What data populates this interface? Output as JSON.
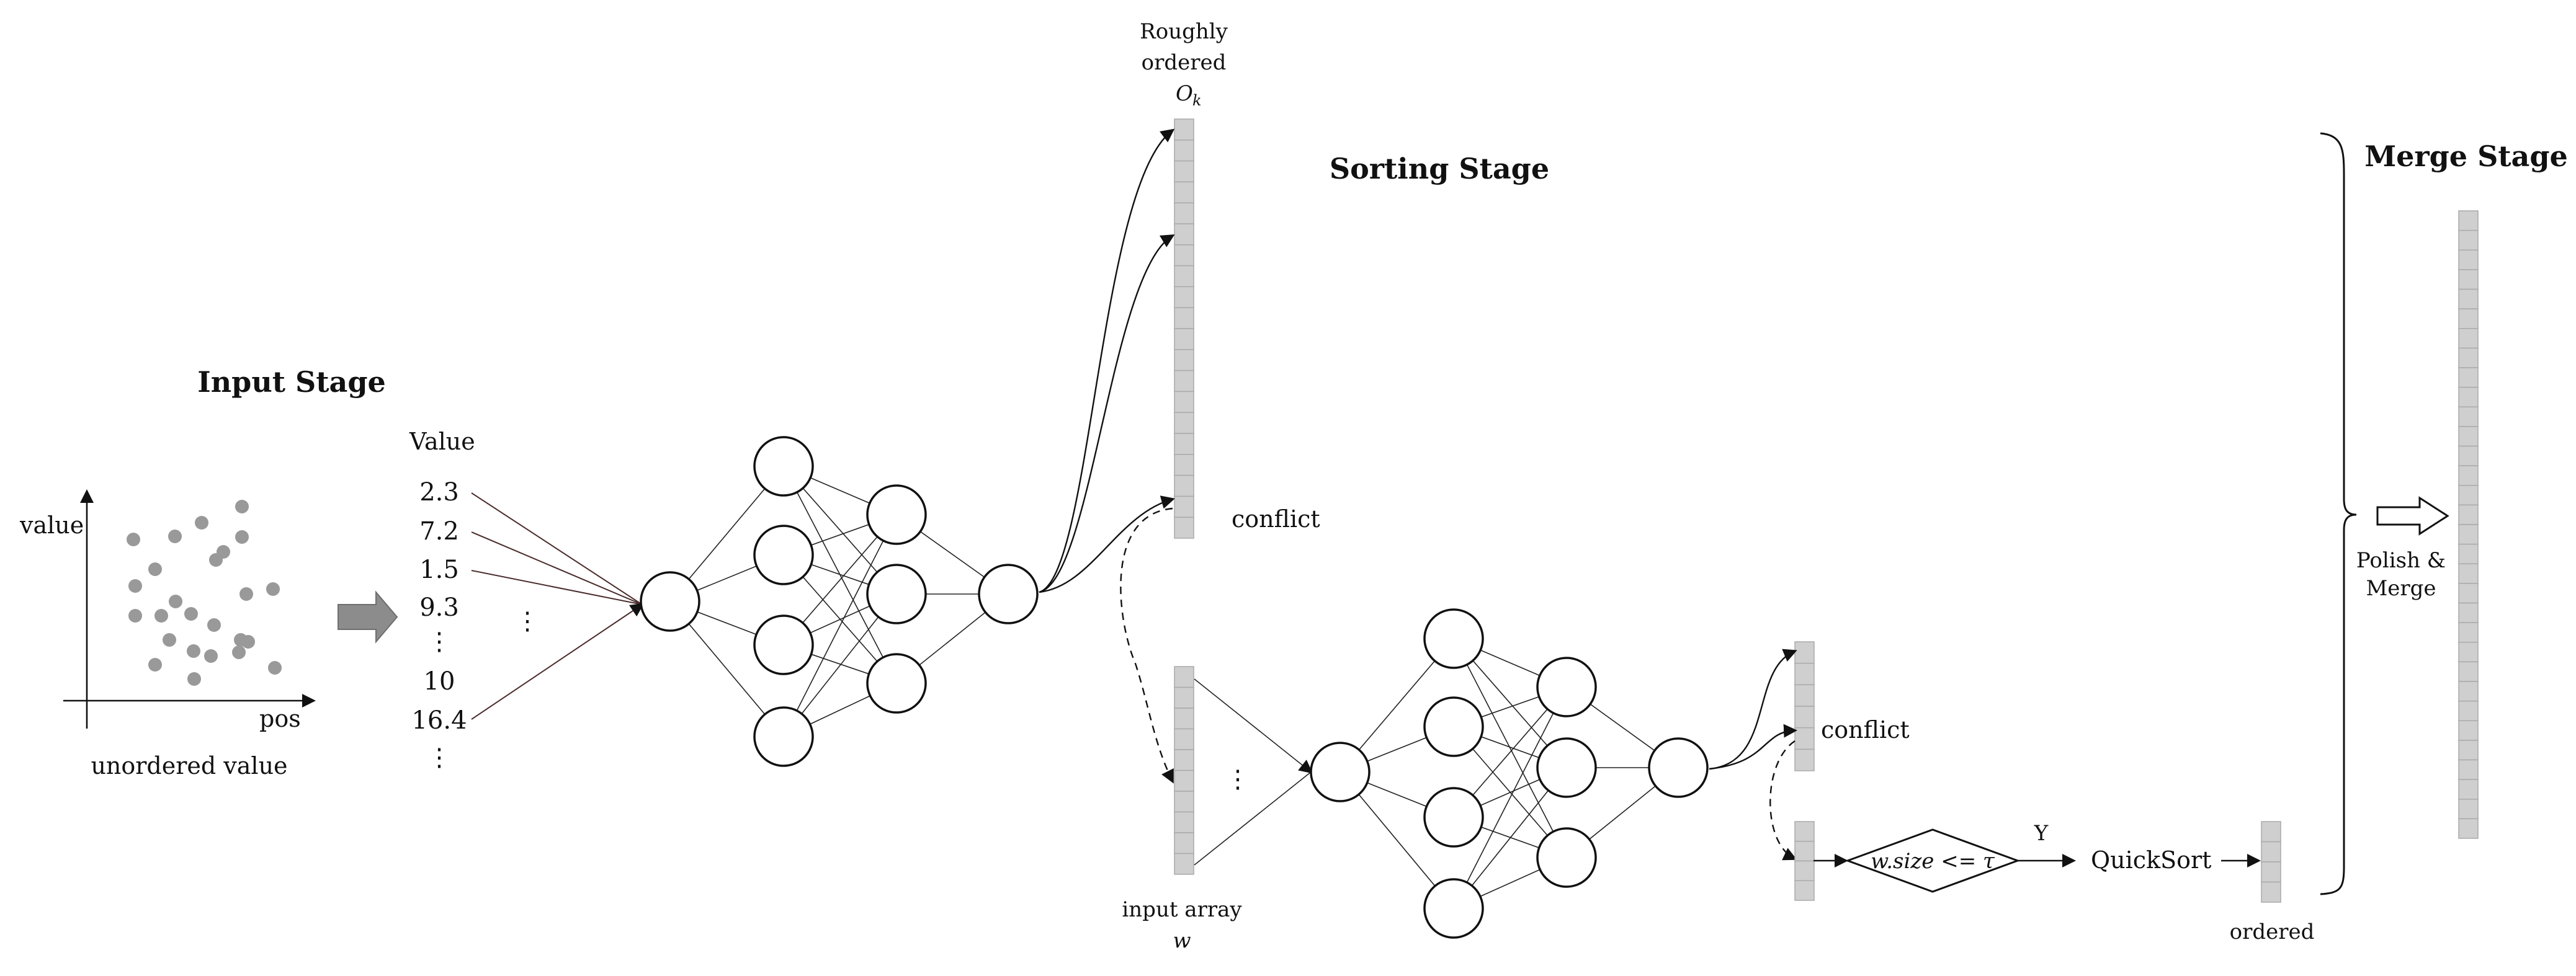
{
  "stages": {
    "input": "Input Stage",
    "sorting": "Sorting Stage",
    "merge": "Merge Stage"
  },
  "scatter": {
    "y_label": "value",
    "x_label": "pos",
    "caption": "unordered value"
  },
  "value_list": {
    "header": "Value",
    "items": [
      "2.3",
      "7.2",
      "1.5",
      "9.3",
      "⋮",
      "10",
      "16.4",
      "⋮"
    ],
    "ellipsis": "⋮"
  },
  "top_array": {
    "label_line1": "Roughly",
    "label_line2": "ordered",
    "label_symbol": "O",
    "label_subscript": "k",
    "conflict_label": "conflict"
  },
  "bottom_array": {
    "label_line1": "input array",
    "label_symbol": "w",
    "ellipsis": "⋮"
  },
  "output_array": {
    "conflict_label": "conflict"
  },
  "decision": {
    "condition": "w.size <= τ",
    "yes_label": "Y",
    "action": "QuickSort",
    "result_label": "ordered"
  },
  "merge": {
    "label_line1": "Polish &",
    "label_line2": "Merge"
  },
  "colors": {
    "cell_fill": "#cfcfcf",
    "dot_fill": "#999999",
    "arrow_fill": "#8c8c8c"
  }
}
